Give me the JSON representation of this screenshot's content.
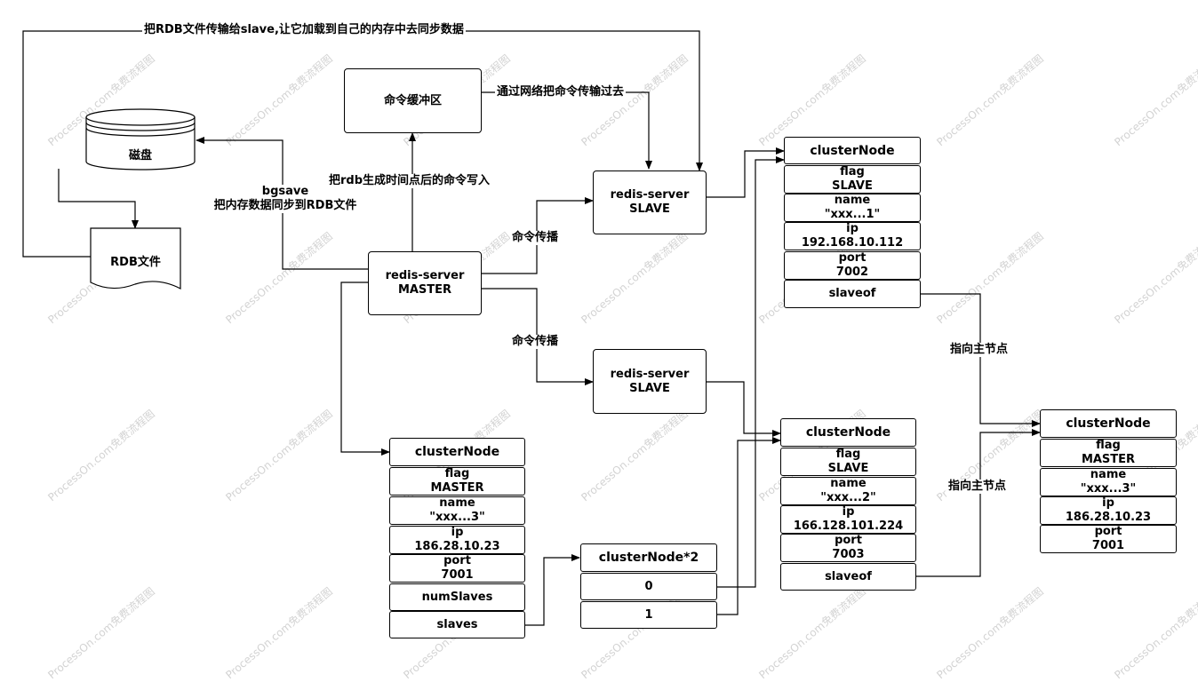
{
  "watermark": "ProcessOn.com免费流程图",
  "nodes": {
    "disk": "磁盘",
    "rdb_file": "RDB文件",
    "command_buffer": "命令缓冲区",
    "master": {
      "line1": "redis-server",
      "line2": "MASTER"
    },
    "slave1": {
      "line1": "redis-server",
      "line2": "SLAVE"
    },
    "slave2": {
      "line1": "redis-server",
      "line2": "SLAVE"
    }
  },
  "labels": {
    "rdb_transfer": "把RDB文件传输给slave,让它加载到自己的内存中去同步数据",
    "network_transfer": "通过网络把命令传输过去",
    "write_after_rdb": "把rdb生成时间点后的命令写入",
    "bgsave_line1": "bgsave",
    "bgsave_line2": "把内存数据同步到RDB文件",
    "propagate_top": "命令传播",
    "propagate_bottom": "命令传播",
    "points_to_master_top": "指向主节点",
    "points_to_master_bottom": "指向主节点"
  },
  "master_cluster_node": {
    "title": "clusterNode",
    "flag": {
      "k": "flag",
      "v": "MASTER"
    },
    "name": {
      "k": "name",
      "v": "\"xxx...3\""
    },
    "ip": {
      "k": "ip",
      "v": "186.28.10.23"
    },
    "port": {
      "k": "port",
      "v": "7001"
    },
    "numSlaves": "numSlaves",
    "slaves": "slaves"
  },
  "slaves_array": {
    "title": "clusterNode*2",
    "idx0": "0",
    "idx1": "1"
  },
  "slave1_cluster_node": {
    "title": "clusterNode",
    "flag": {
      "k": "flag",
      "v": "SLAVE"
    },
    "name": {
      "k": "name",
      "v": "\"xxx...1\""
    },
    "ip": {
      "k": "ip",
      "v": "192.168.10.112"
    },
    "port": {
      "k": "port",
      "v": "7002"
    },
    "slaveof": "slaveof"
  },
  "slave2_cluster_node": {
    "title": "clusterNode",
    "flag": {
      "k": "flag",
      "v": "SLAVE"
    },
    "name": {
      "k": "name",
      "v": "\"xxx...2\""
    },
    "ip": {
      "k": "ip",
      "v": "166.128.101.224"
    },
    "port": {
      "k": "port",
      "v": "7003"
    },
    "slaveof": "slaveof"
  },
  "target_master_node": {
    "title": "clusterNode",
    "flag": {
      "k": "flag",
      "v": "MASTER"
    },
    "name": {
      "k": "name",
      "v": "\"xxx...3\""
    },
    "ip": {
      "k": "ip",
      "v": "186.28.10.23"
    },
    "port": {
      "k": "port",
      "v": "7001"
    }
  }
}
